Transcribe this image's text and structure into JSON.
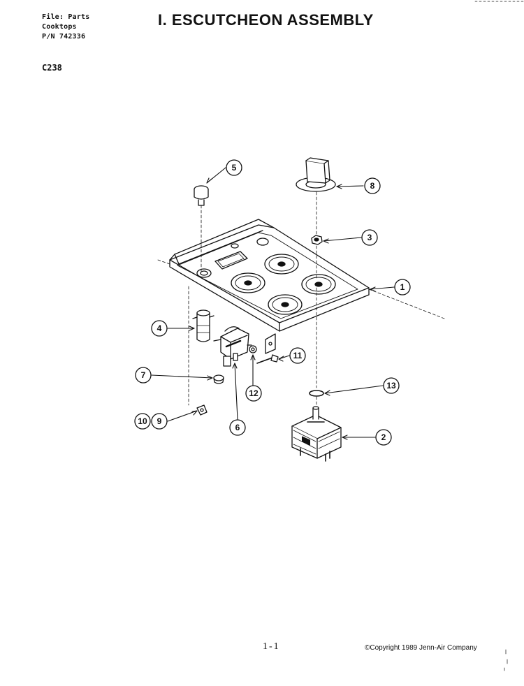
{
  "header": {
    "file_lines": [
      "File: Parts",
      "Cooktops",
      "P/N 742336"
    ],
    "model_code": "C238",
    "title": "I. ESCUTCHEON ASSEMBLY"
  },
  "callouts": [
    "1",
    "2",
    "3",
    "4",
    "5",
    "6",
    "7",
    "8",
    "9",
    "10",
    "11",
    "12",
    "13"
  ],
  "footer": {
    "page_number": "1-1",
    "copyright": "©Copyright 1989 Jenn-Air Company"
  }
}
